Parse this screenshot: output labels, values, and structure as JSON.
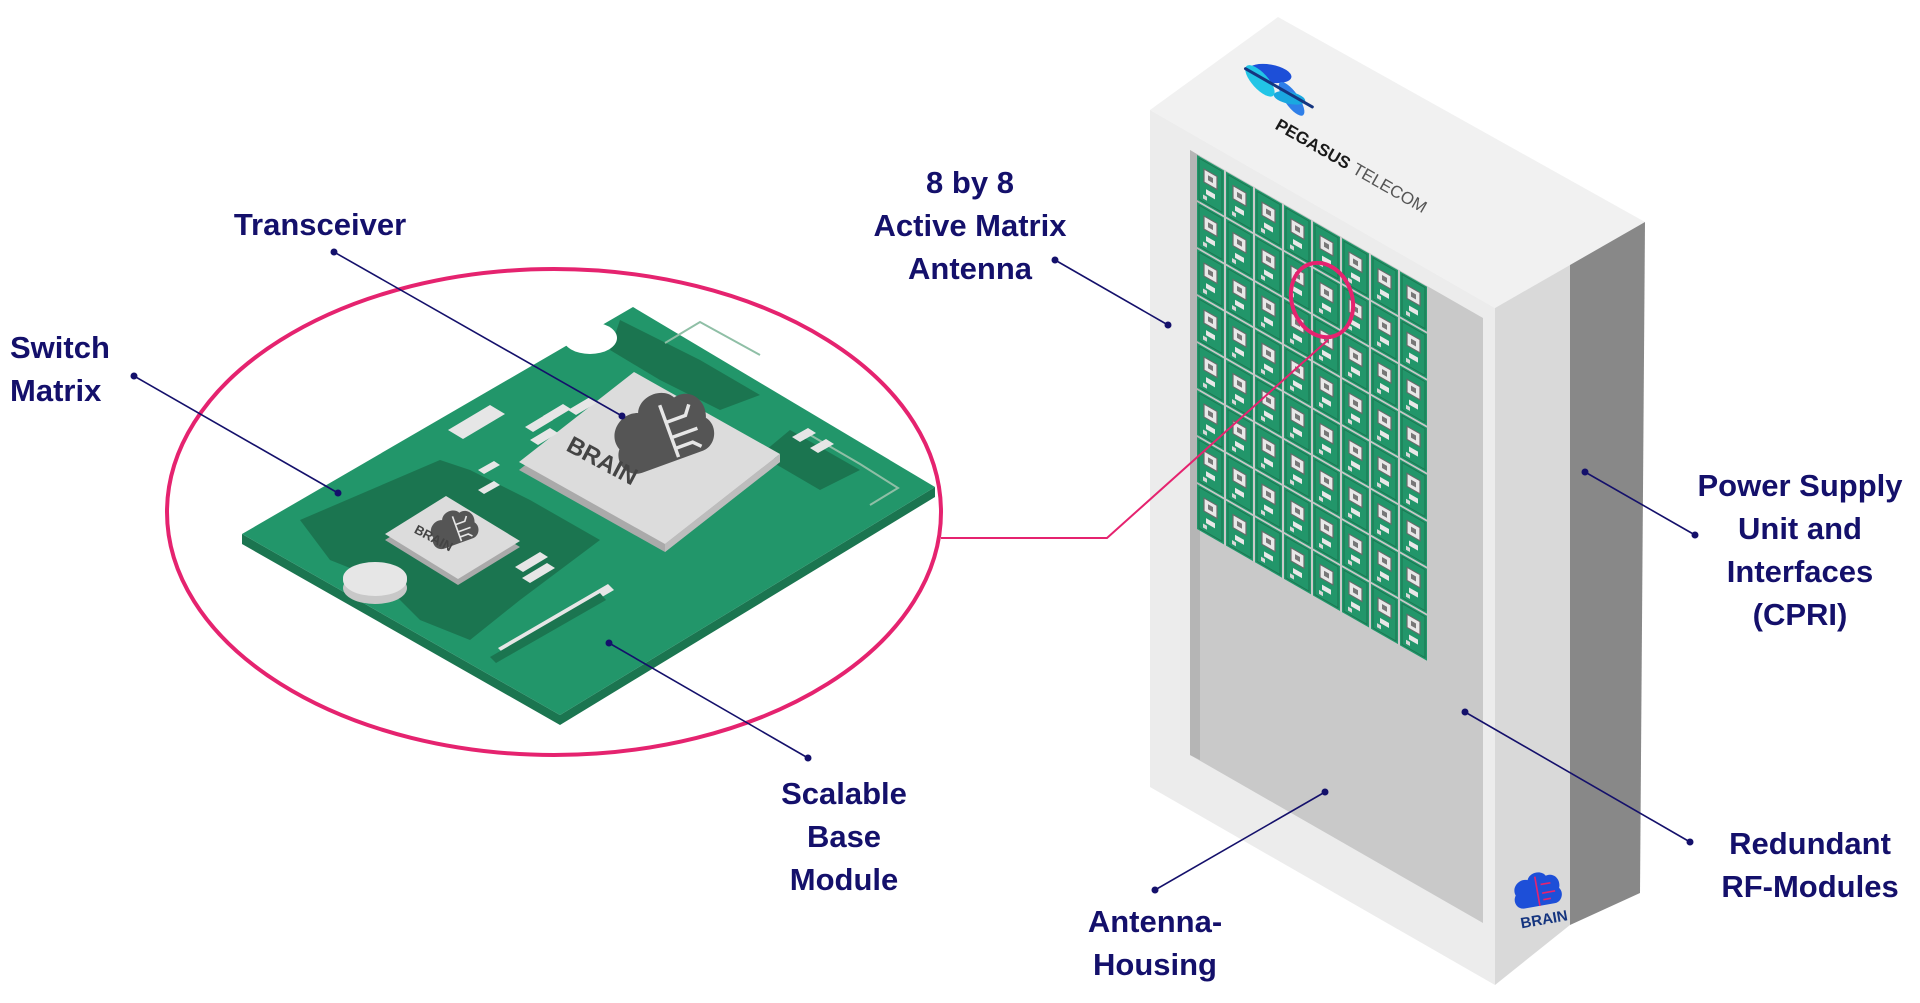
{
  "colors": {
    "label": "#14106b",
    "leader_line": "#14106b",
    "highlight_ring": "#e5236f",
    "pcb_green": "#22966a",
    "pcb_dark": "#1b7550",
    "housing_light": "#ececec",
    "housing_side": "#888888",
    "brand_blue": "#1d4fd8",
    "brand_cyan": "#22c5e6"
  },
  "callouts": {
    "transceiver": [
      "Transceiver"
    ],
    "switch_matrix": [
      "Switch",
      "Matrix"
    ],
    "base_module": [
      "Scalable",
      "Base",
      "Module"
    ],
    "active_matrix": [
      "8 by 8",
      "Active Matrix",
      "Antenna"
    ],
    "power_supply": [
      "Power Supply",
      "Unit and",
      "Interfaces",
      "(CPRI)"
    ],
    "rf_modules": [
      "Redundant",
      "RF-Modules"
    ],
    "housing": [
      "Antenna-",
      "Housing"
    ]
  },
  "chips": {
    "large_label": "BRAIN",
    "small_label": "BRAIN"
  },
  "housing_brand": {
    "logo_name": "PEGASUS",
    "logo_suffix": "TELECOM",
    "corner_logo": "BRAIN",
    "logo_icon": "dragonfly-icon",
    "corner_icon": "brain-icon"
  },
  "antenna_grid": {
    "rows": 8,
    "cols": 8
  }
}
